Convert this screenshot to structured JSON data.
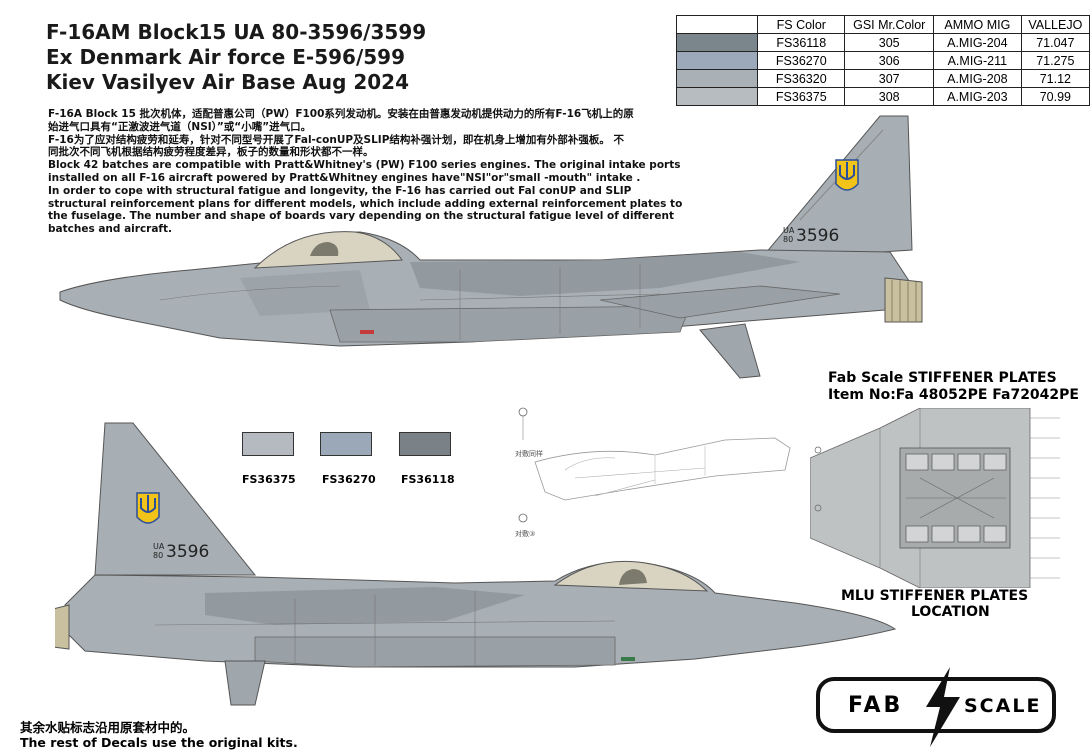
{
  "title": {
    "line1": "F-16AM Block15 UA 80-3596/3599",
    "line2": "Ex Denmark Air force E-596/599",
    "line3": "Kiev Vasilyev Air Base Aug 2024"
  },
  "description": [
    "F-16A Block 15 批次机体，适配普惠公司（PW）F100系列发动机。安装在由普惠发动机提供动力的所有F-16飞机上的原",
    "始进气口具有“正激波进气道（NSI）”或“小嘴”进气口。",
    "F-16为了应对结构疲劳和延寿，针对不同型号开展了Fal-conUP及SLIP结构补强计划，即在机身上增加有外部补强板。 不",
    "同批次不同飞机根据结构疲劳程度差异，板子的数量和形状都不一样。",
    "Block 42 batches are compatible with Pratt&Whitney's (PW) F100 series engines. The original intake ports",
    "installed on all F-16 aircraft powered by Pratt&Whitney engines have\"NSI\"or\"small -mouth\" intake .",
    "In order to cope with structural fatigue and longevity, the F-16 has carried out Fal conUP and SLIP",
    "structural reinforcement plans for different models, which include adding external reinforcement plates to",
    "the fuselage. The number and shape of boards vary depending on the structural fatigue level of different",
    "batches and aircraft."
  ],
  "color_table": {
    "headers": [
      "FS Color",
      "GSI Mr.Color",
      "AMMO MIG",
      "VALLEJO"
    ],
    "rows": [
      {
        "swatch": "#7b858c",
        "fs": "FS36118",
        "gsi": "305",
        "ammo": "A.MIG-204",
        "vallejo": "71.047"
      },
      {
        "swatch": "#9ba9bb",
        "fs": "FS36270",
        "gsi": "306",
        "ammo": "A.MIG-211",
        "vallejo": "71.275"
      },
      {
        "swatch": "#a9b1b7",
        "fs": "FS36320",
        "gsi": "307",
        "ammo": "A.MIG-208",
        "vallejo": "71.12"
      },
      {
        "swatch": "#b6bcc0",
        "fs": "FS36375",
        "gsi": "308",
        "ammo": "A.MIG-203",
        "vallejo": "70.99"
      }
    ]
  },
  "swatches": [
    {
      "label": "FS36375",
      "color": "#b4babf"
    },
    {
      "label": "FS36270",
      "color": "#9ba8b8"
    },
    {
      "label": "FS36118",
      "color": "#7a8288"
    }
  ],
  "aircraft": {
    "tail_code_small": "UA\n80",
    "tail_code_small_1": "UA",
    "tail_code_small_2": "80",
    "tail_number": "3596"
  },
  "stiffener": {
    "fab_line1": "Fab Scale  STIFFENER PLATES",
    "fab_line2": "Item No:Fa 48052PE   Fa72042PE",
    "mlu_line1": "MLU  STIFFENER PLATES",
    "mlu_line2": "LOCATION"
  },
  "diagram_labels": {
    "n1": "对敷同样",
    "n2": "对敷③"
  },
  "footer": {
    "line1": "其余水贴标志沿用原套材中的。",
    "line2": "The rest of Decals use the  original kits."
  },
  "logo": {
    "left": "FAB",
    "right": "SCALE"
  },
  "colors": {
    "aircraft_light": "#a9b0b5",
    "aircraft_dark": "#8b9399",
    "canopy": "#d7d3c2",
    "ukraine_blue": "#2a4f9b",
    "ukraine_yellow": "#f2c318"
  }
}
